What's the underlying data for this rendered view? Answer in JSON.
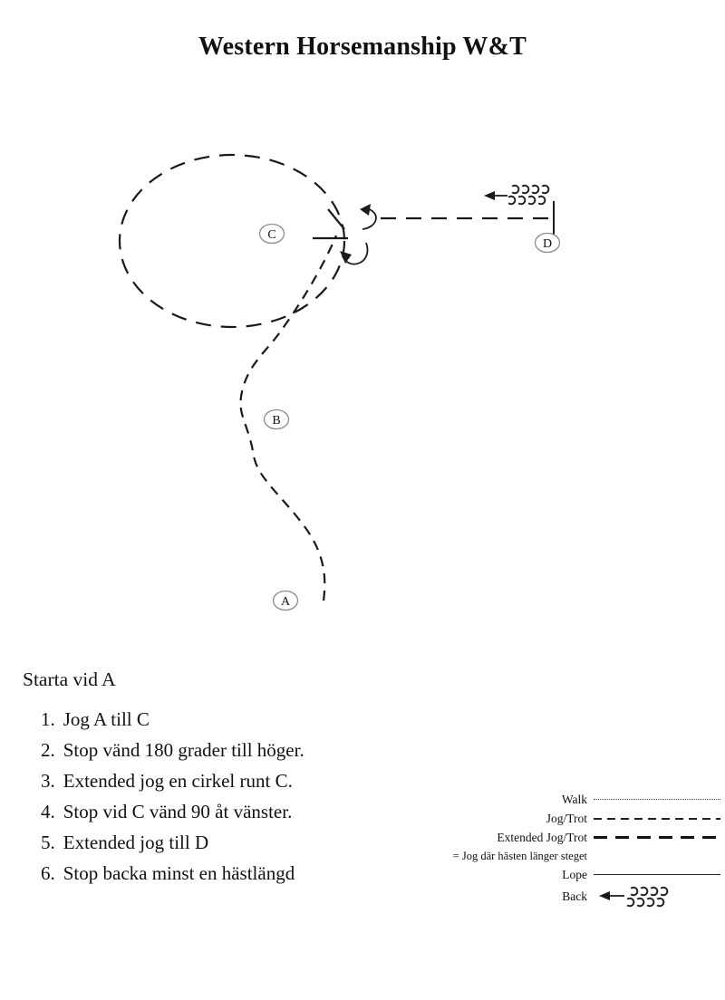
{
  "title": "Western Horsemanship W&T",
  "diagram": {
    "markers": {
      "a": "A",
      "b": "B",
      "c": "C",
      "d": "D"
    }
  },
  "instructions": {
    "heading": "Starta vid A",
    "items": [
      {
        "num": "1.",
        "text": "Jog A till C"
      },
      {
        "num": "2.",
        "text": "Stop vänd 180 grader till höger."
      },
      {
        "num": "3.",
        "text": "Extended jog en cirkel runt C."
      },
      {
        "num": "4.",
        "text": "Stop vid C vänd 90 åt vänster."
      },
      {
        "num": "5.",
        "text": "Extended jog till D"
      },
      {
        "num": "6.",
        "text": "Stop backa minst en hästlängd"
      }
    ]
  },
  "legend": {
    "items": [
      {
        "label": "Walk",
        "style": "walk"
      },
      {
        "label": "Jog/Trot",
        "style": "jog"
      },
      {
        "label": "Extended Jog/Trot",
        "style": "extended"
      },
      {
        "label": "= Jog där hästen länger steget",
        "style": "note"
      },
      {
        "label": "Lope",
        "style": "lope"
      },
      {
        "label": "Back",
        "style": "back"
      }
    ]
  },
  "colors": {
    "ink": "#1a1a1a",
    "oval_stroke": "#8a8a8a"
  }
}
